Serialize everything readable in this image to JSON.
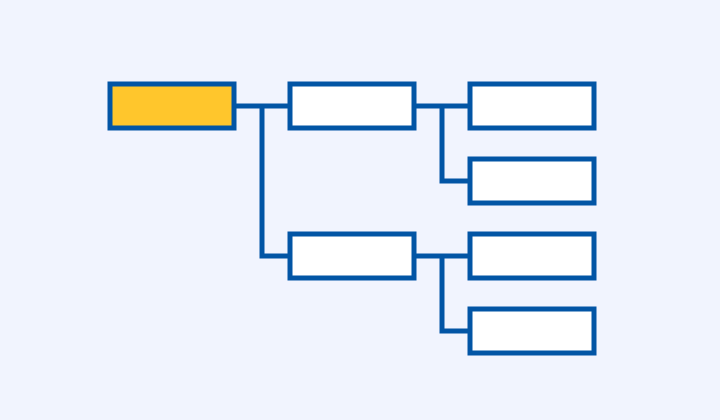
{
  "diagram": {
    "type": "tree",
    "orientation": "left-to-right",
    "colors": {
      "background": "#F1F4FE",
      "stroke": "#0255A5",
      "root_fill": "#FFC62C",
      "node_fill": "#FFFFFF"
    },
    "nodes": [
      {
        "id": "root",
        "label": "",
        "level": 0,
        "highlighted": true
      },
      {
        "id": "child-1",
        "label": "",
        "level": 1,
        "parent": "root"
      },
      {
        "id": "child-2",
        "label": "",
        "level": 1,
        "parent": "root"
      },
      {
        "id": "leaf-1-1",
        "label": "",
        "level": 2,
        "parent": "child-1"
      },
      {
        "id": "leaf-1-2",
        "label": "",
        "level": 2,
        "parent": "child-1"
      },
      {
        "id": "leaf-2-1",
        "label": "",
        "level": 2,
        "parent": "child-2"
      },
      {
        "id": "leaf-2-2",
        "label": "",
        "level": 2,
        "parent": "child-2"
      }
    ],
    "edges": [
      {
        "from": "root",
        "to": "child-1"
      },
      {
        "from": "root",
        "to": "child-2"
      },
      {
        "from": "child-1",
        "to": "leaf-1-1"
      },
      {
        "from": "child-1",
        "to": "leaf-1-2"
      },
      {
        "from": "child-2",
        "to": "leaf-2-1"
      },
      {
        "from": "child-2",
        "to": "leaf-2-2"
      }
    ]
  }
}
